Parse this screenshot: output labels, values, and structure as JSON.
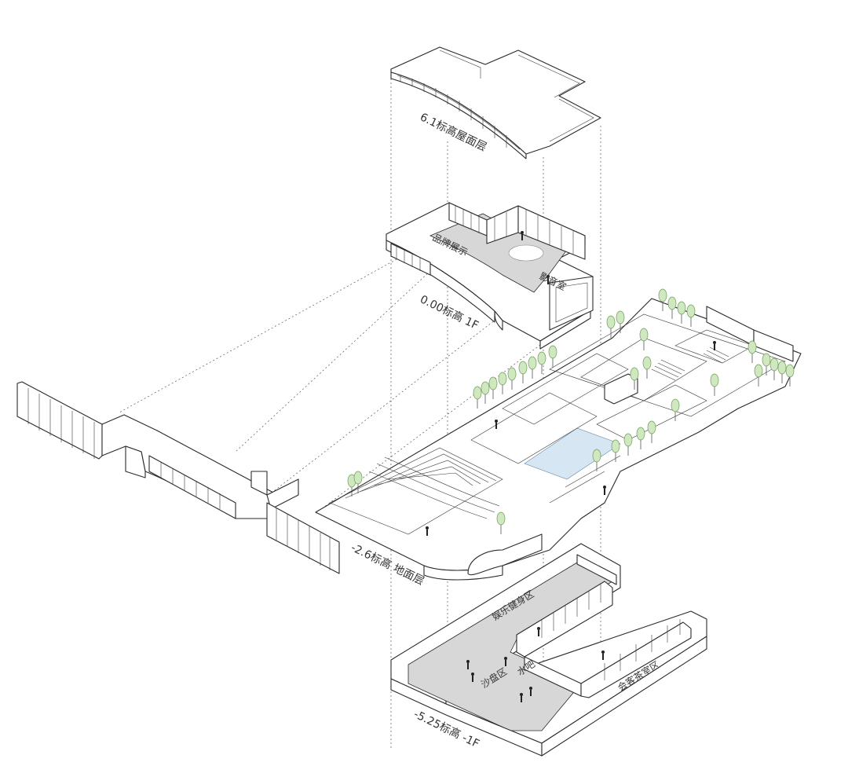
{
  "labels": {
    "roof": "6.1标高屋面层",
    "brand": "品牌展示",
    "av": "影音室",
    "f1": "0.00标高 1F",
    "ground": "-2.6标高 地面层",
    "fitness": "娱乐健身区",
    "bar": "水吧",
    "sandtable": "沙盘区",
    "tea": "会客茶室区",
    "b1": "-5.25标高 -1F"
  },
  "colors": {
    "line": "#2a2a2a",
    "floor": "#d7d7d7",
    "water": "#d6e6f3",
    "tree": "#cfe8bf"
  }
}
